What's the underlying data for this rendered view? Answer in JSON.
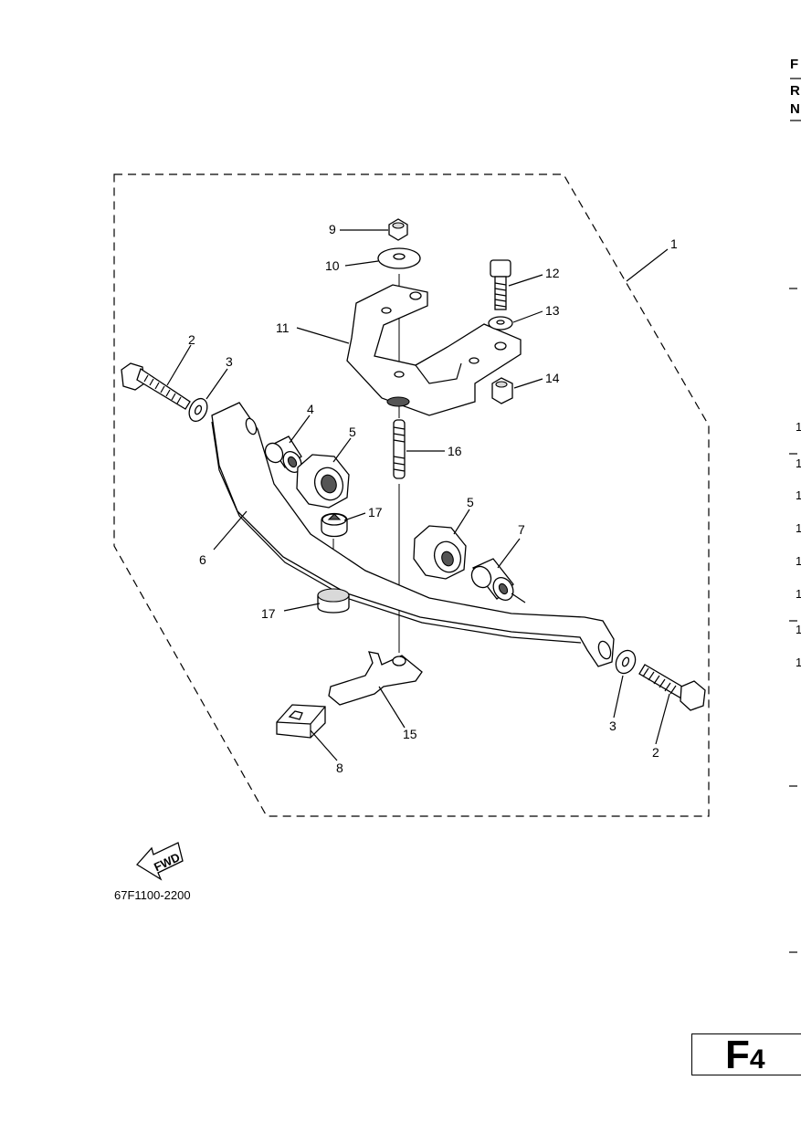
{
  "diagram_code": "67F1100-2200",
  "page_code": {
    "letter": "F",
    "number": "4"
  },
  "fwd_label": "FWD",
  "callouts": [
    "1",
    "2",
    "2",
    "3",
    "3",
    "4",
    "5",
    "5",
    "6",
    "7",
    "8",
    "9",
    "10",
    "11",
    "12",
    "13",
    "14",
    "15",
    "16",
    "17",
    "17"
  ],
  "right_edge": {
    "header": [
      "F",
      "R",
      "N"
    ],
    "numbers": [
      "1",
      "1",
      "1",
      "1",
      "1",
      "1",
      "1",
      "1"
    ]
  }
}
